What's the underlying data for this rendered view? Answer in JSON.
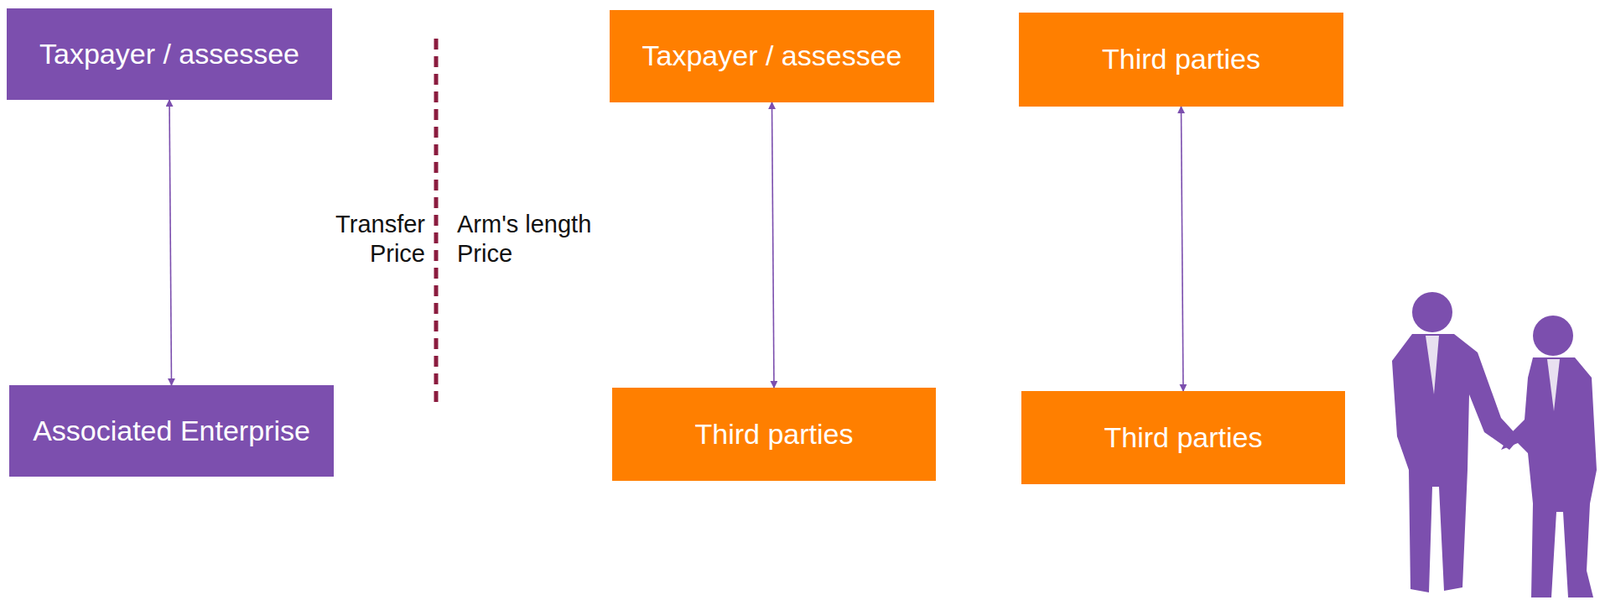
{
  "diagram": {
    "nodes": [
      {
        "text": [
          "Taxpayer / assessee"
        ]
      },
      {
        "text": [
          "Associated Enterprise"
        ]
      },
      {
        "text": [
          "Taxpayer / assessee"
        ]
      },
      {
        "text": [
          "Third parties"
        ]
      },
      {
        "text": [
          "Third parties"
        ]
      },
      {
        "text": [
          "Third parties"
        ]
      }
    ],
    "edges": [
      {
        "from": 0,
        "to": 1,
        "arrow": "both"
      },
      {
        "from": 2,
        "to": 3,
        "arrow": "both"
      },
      {
        "from": 4,
        "to": 5,
        "arrow": "both"
      }
    ],
    "labels": [
      "Transfer Price",
      "Arm's length Price"
    ]
  }
}
